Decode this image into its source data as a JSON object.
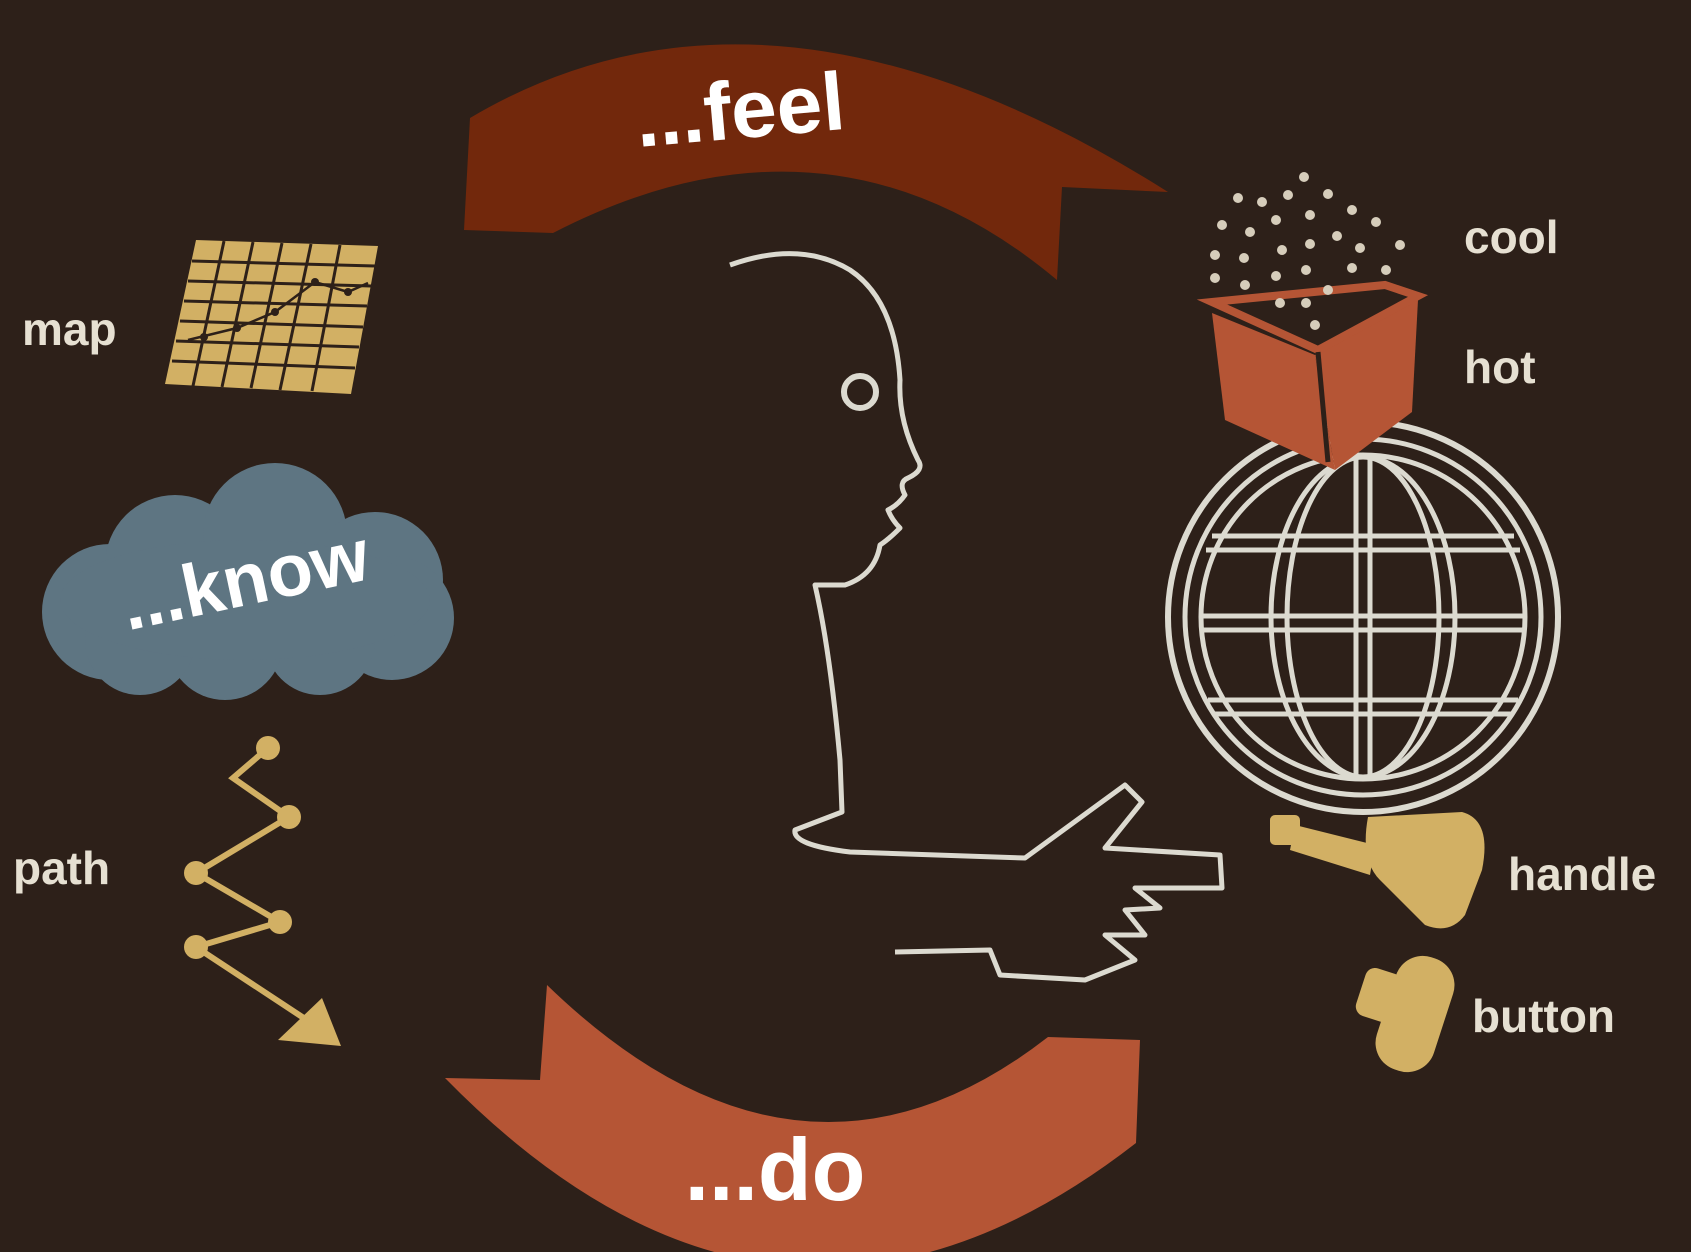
{
  "phrases": {
    "feel": "...feel",
    "know": "...know",
    "do": "...do"
  },
  "labels": {
    "map": "map",
    "path": "path",
    "cool": "cool",
    "hot": "hot",
    "handle": "handle",
    "button": "button"
  },
  "icons": [
    "map-grid-icon",
    "thought-cloud-icon",
    "path-icon",
    "person-outline-icon",
    "pointing-hand-icon",
    "temperature-box-icon",
    "globe-icon",
    "handle-icon",
    "button-icon"
  ],
  "colors": {
    "background": "#2d2019",
    "feel_arrow": "#72280c",
    "do_arrow": "#b55535",
    "know_cloud": "#5e7582",
    "gold": "#d2b064",
    "outline": "#dcdad0",
    "box": "#b55535"
  }
}
